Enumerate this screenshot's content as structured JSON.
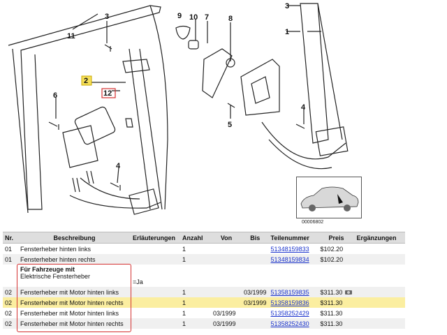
{
  "diagram": {
    "callouts": [
      "3",
      "11",
      "2",
      "12",
      "6",
      "4",
      "9",
      "10",
      "7",
      "8",
      "5",
      "3",
      "1",
      "4"
    ],
    "thumbnail_code": "00006802"
  },
  "table": {
    "headers": [
      "Nr.",
      "Beschreibung",
      "Erläuterungen",
      "Anzahl",
      "Von",
      "Bis",
      "Teilenummer",
      "Preis",
      "Ergänzungen"
    ],
    "rows": [
      {
        "nr": "01",
        "desc": "Fensterheber hinten links",
        "erl": "",
        "anz": "1",
        "von": "",
        "bis": "",
        "tn": "51348159833",
        "preis": "$102.20"
      },
      {
        "nr": "01",
        "desc": "Fensterheber hinten rechts",
        "erl": "",
        "anz": "1",
        "von": "",
        "bis": "",
        "tn": "51348159834",
        "preis": "$102.20"
      },
      {
        "nr": "",
        "desc": "Für Fahrzeuge mit",
        "desc2": "Elektrische Fensterheber",
        "erl": "=Ja",
        "anz": "",
        "von": "",
        "bis": "",
        "tn": "",
        "preis": ""
      },
      {
        "nr": "02",
        "desc": "Fensterheber mit Motor hinten links",
        "erl": "",
        "anz": "1",
        "von": "",
        "bis": "03/1999",
        "tn": "51358159835",
        "preis": "$311.30"
      },
      {
        "nr": "02",
        "desc": "Fensterheber mit Motor hinten rechts",
        "erl": "",
        "anz": "1",
        "von": "",
        "bis": "03/1999",
        "tn": "51358159836",
        "preis": "$311.30"
      },
      {
        "nr": "02",
        "desc": "Fensterheber mit Motor hinten links",
        "erl": "",
        "anz": "1",
        "von": "03/1999",
        "bis": "",
        "tn": "51358252429",
        "preis": "$311.30"
      },
      {
        "nr": "02",
        "desc": "Fensterheber mit Motor hinten rechts",
        "erl": "",
        "anz": "1",
        "von": "03/1999",
        "bis": "",
        "tn": "51358252430",
        "preis": "$311.30"
      }
    ]
  }
}
